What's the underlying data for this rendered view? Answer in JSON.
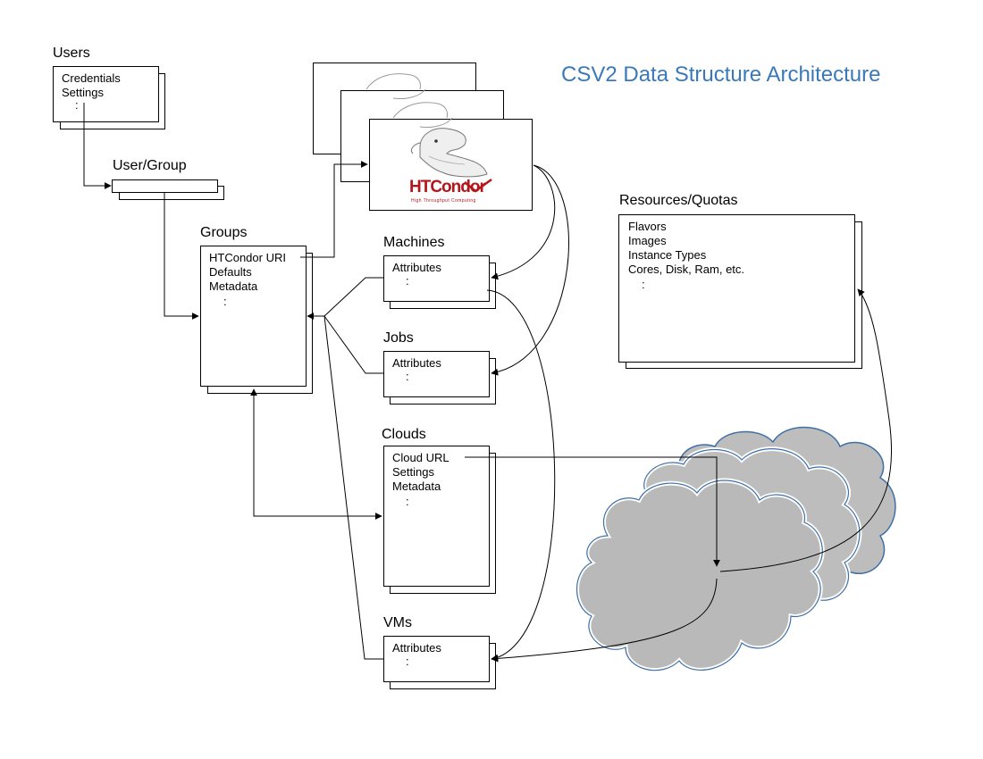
{
  "diagram": {
    "title": "CSV2 Data Structure Architecture",
    "users": {
      "heading": "Users",
      "lines": [
        "Credentials",
        "Settings"
      ],
      "more": ":"
    },
    "user_group": {
      "heading": "User/Group"
    },
    "groups": {
      "heading": "Groups",
      "lines": [
        "HTCondor URI",
        "Defaults",
        "Metadata"
      ],
      "more": ":"
    },
    "machines": {
      "heading": "Machines",
      "lines": [
        "Attributes"
      ],
      "more": ":"
    },
    "jobs": {
      "heading": "Jobs",
      "lines": [
        "Attributes"
      ],
      "more": ":"
    },
    "clouds": {
      "heading": "Clouds",
      "lines": [
        "Cloud URL",
        "Settings",
        "Metadata"
      ],
      "more": ":"
    },
    "vms": {
      "heading": "VMs",
      "lines": [
        "Attributes"
      ],
      "more": ":"
    },
    "resources": {
      "heading": "Resources/Quotas",
      "lines": [
        "Flavors",
        "Images",
        "Instance Types",
        "Cores, Disk, Ram, etc."
      ],
      "more": ":"
    },
    "htcondor_logo": {
      "name": "HTCondor",
      "tagline": "High Throughput Computing"
    },
    "colors": {
      "title": "#3a79b9",
      "cloud_fill": "#b9b9b9",
      "cloud_stroke": "#3f6fa6"
    }
  }
}
